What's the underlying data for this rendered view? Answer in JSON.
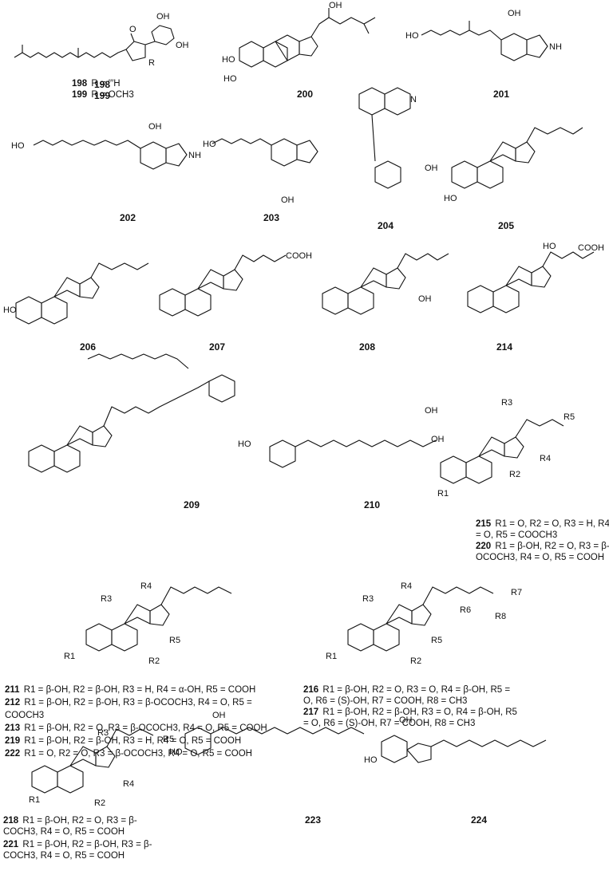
{
  "compounds": [
    {
      "id": "198"
    },
    {
      "id": "199"
    },
    {
      "id": "200"
    },
    {
      "id": "201"
    },
    {
      "id": "202"
    },
    {
      "id": "203"
    },
    {
      "id": "204"
    },
    {
      "id": "205"
    },
    {
      "id": "206"
    },
    {
      "id": "207"
    },
    {
      "id": "208"
    },
    {
      "id": "214"
    },
    {
      "id": "209"
    },
    {
      "id": "210"
    },
    {
      "id": "211"
    },
    {
      "id": "212"
    },
    {
      "id": "213"
    },
    {
      "id": "219"
    },
    {
      "id": "222"
    },
    {
      "id": "216"
    },
    {
      "id": "217"
    },
    {
      "id": "218"
    },
    {
      "id": "221"
    },
    {
      "id": "223"
    },
    {
      "id": "224"
    },
    {
      "id": "215"
    },
    {
      "id": "220"
    }
  ],
  "labels": {
    "c198": "198",
    "c199": "199",
    "c200": "200",
    "c201": "201",
    "c202": "202",
    "c203": "203",
    "c204": "204",
    "c205": "205",
    "c206": "206",
    "c207": "207",
    "c208": "208",
    "c214": "214",
    "c209": "209",
    "c210": "210",
    "c223": "223",
    "c224": "224"
  },
  "captions": {
    "r198": {
      "id": "198",
      "text": "R = ′′′H"
    },
    "r199": {
      "id": "199",
      "text": "R = OCH3"
    },
    "r215a": {
      "id": "215",
      "text": "R1 = O, R2 = O, R3 = H, R4"
    },
    "r215b": {
      "id": "",
      "text": "= O, R5 = COOCH3"
    },
    "r220a": {
      "id": "220",
      "text": "R1 = β-OH, R2 = O, R3 = β-"
    },
    "r220b": {
      "id": "",
      "text": "OCOCH3, R4 = O, R5 = COOH"
    },
    "r211": {
      "id": "211",
      "text": "R1 = β-OH, R2 = β-OH, R3 = H, R4 = α-OH, R5 = COOH"
    },
    "r212a": {
      "id": "212",
      "text": "R1 = β-OH, R2 = β-OH, R3 = β-OCOCH3, R4 = O, R5 ="
    },
    "r212b": {
      "id": "",
      "text": "COOCH3"
    },
    "r213": {
      "id": "213",
      "text": "R1 = β-OH, R2 = O, R3 = β-OCOCH3, R4 = O, R5 = COOH"
    },
    "r219": {
      "id": "219",
      "text": "R1 = β-OH, R2 = β-OH, R3 = H, R4 = O, R5 = COOH"
    },
    "r222": {
      "id": "222",
      "text": "R1 = O, R2 = O, R3 = β-OCOCH3, R4 = O, R5 = COOH"
    },
    "r216a": {
      "id": "216",
      "text": "R1 = β-OH, R2 = O, R3 = O, R4 = β-OH, R5 ="
    },
    "r216b": {
      "id": "",
      "text": "O, R6 = (S)-OH, R7 = COOH, R8 = CH3"
    },
    "r217a": {
      "id": "217",
      "text": "R1 = β-OH, R2 = β-OH, R3 = O, R4 = β-OH, R5"
    },
    "r217b": {
      "id": "",
      "text": "= O, R6 = (S)-OH, R7 = COOH, R8 = CH3"
    },
    "r218a": {
      "id": "218",
      "text": "R1 = β-OH, R2 = O, R3 = β-"
    },
    "r218b": {
      "id": "",
      "text": "COCH3, R4 = O, R5 = COOH"
    },
    "r221a": {
      "id": "221",
      "text": "R1 = β-OH, R2 = β-OH, R3 = β-"
    },
    "r221b": {
      "id": "",
      "text": "COCH3, R4 = O, R5 = COOH"
    }
  },
  "atoms": {
    "O": "O",
    "OH": "OH",
    "HO": "HO",
    "NH": "NH",
    "N": "N",
    "H": "H",
    "R": "R",
    "COOH": "COOH",
    "R1": "R1",
    "R2": "R2",
    "R3": "R3",
    "R4": "R4",
    "R5": "R5",
    "R6": "R6",
    "R7": "R7",
    "R8": "R8"
  }
}
